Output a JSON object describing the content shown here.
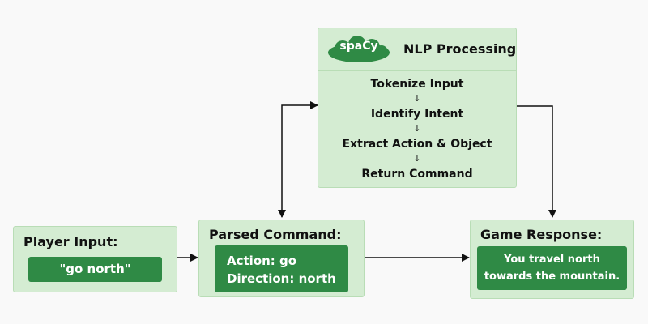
{
  "player_input": {
    "title": "Player Input:",
    "value": "\"go north\""
  },
  "parsed_command": {
    "title": "Parsed Command:",
    "action_line": "Action: go",
    "direction_line": "Direction: north"
  },
  "nlp": {
    "logo_text": "spaCy",
    "title": "NLP Processing",
    "steps": [
      "Tokenize Input",
      "Identify Intent",
      "Extract Action & Object",
      "Return Command"
    ],
    "step_arrow": "↓"
  },
  "game_response": {
    "title": "Game Response:",
    "line1": "You travel north",
    "line2": "towards the mountain."
  },
  "colors": {
    "box_fill": "#d4ecd2",
    "box_border": "#b9ddb6",
    "inner_fill": "#2f8a45",
    "logo_fill": "#2f8a45",
    "arrow": "#111111",
    "background": "#f9f9f9"
  }
}
